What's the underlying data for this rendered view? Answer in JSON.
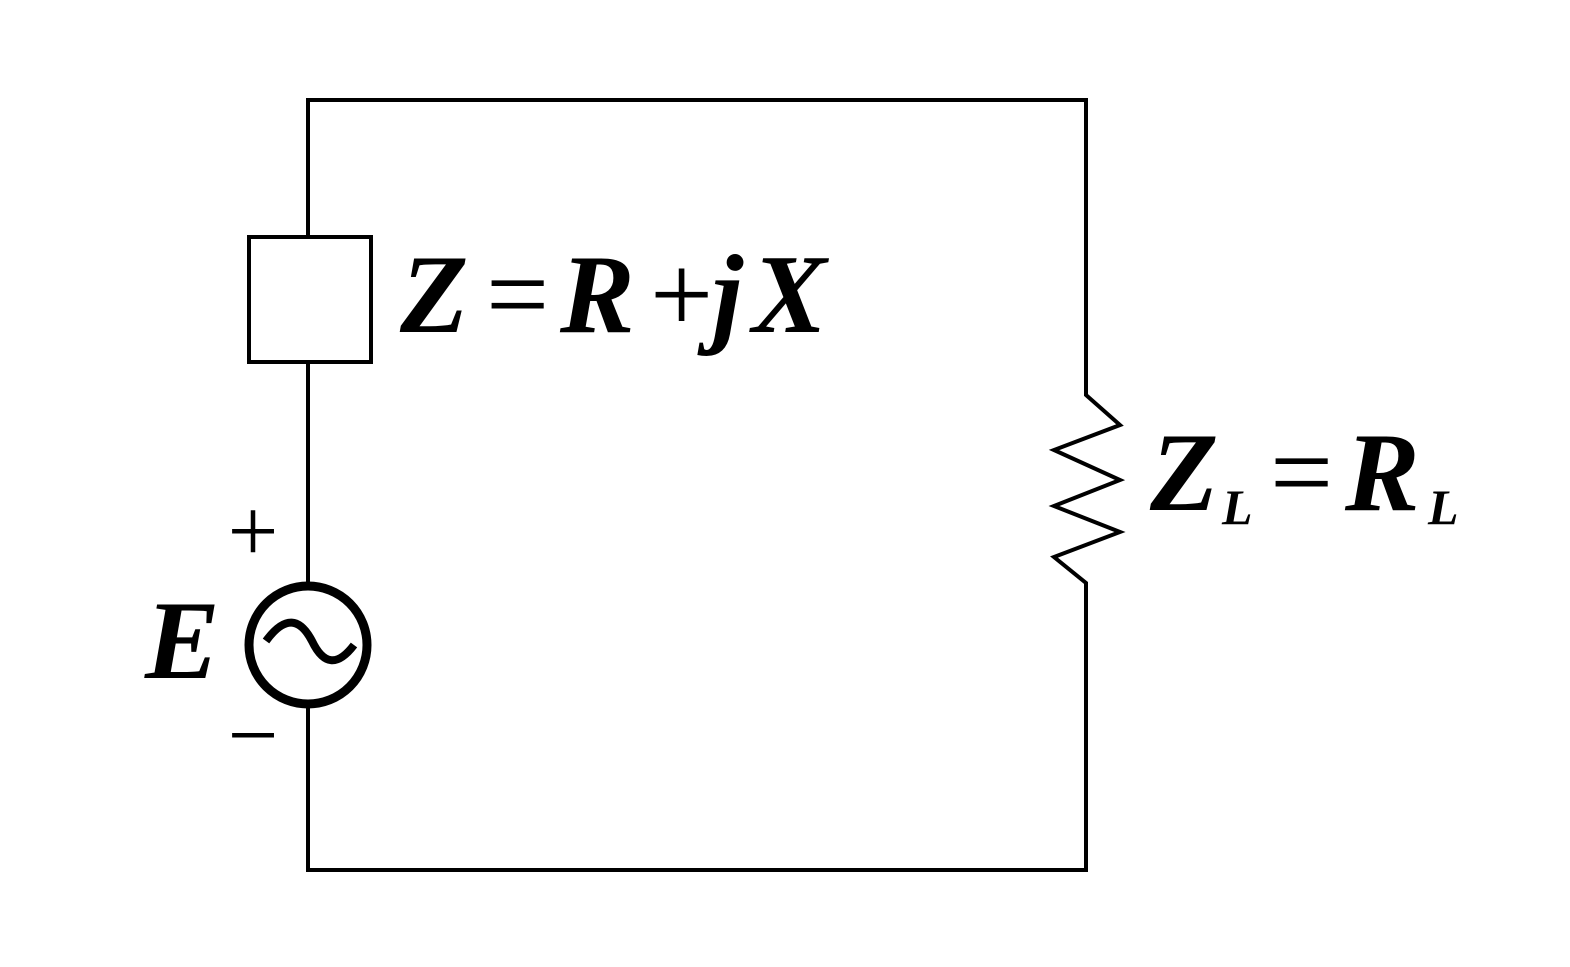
{
  "source": {
    "label": "E",
    "plus": "+",
    "minus": "−"
  },
  "impedance": {
    "lhs": "Z",
    "eq": "=",
    "r": "R",
    "plus": "+",
    "j": "j",
    "x": "X"
  },
  "load": {
    "lhs": "Z",
    "lhs_sub": "L",
    "eq": "=",
    "r": "R",
    "r_sub": "L"
  },
  "colors": {
    "stroke": "#000000",
    "background": "#ffffff"
  }
}
